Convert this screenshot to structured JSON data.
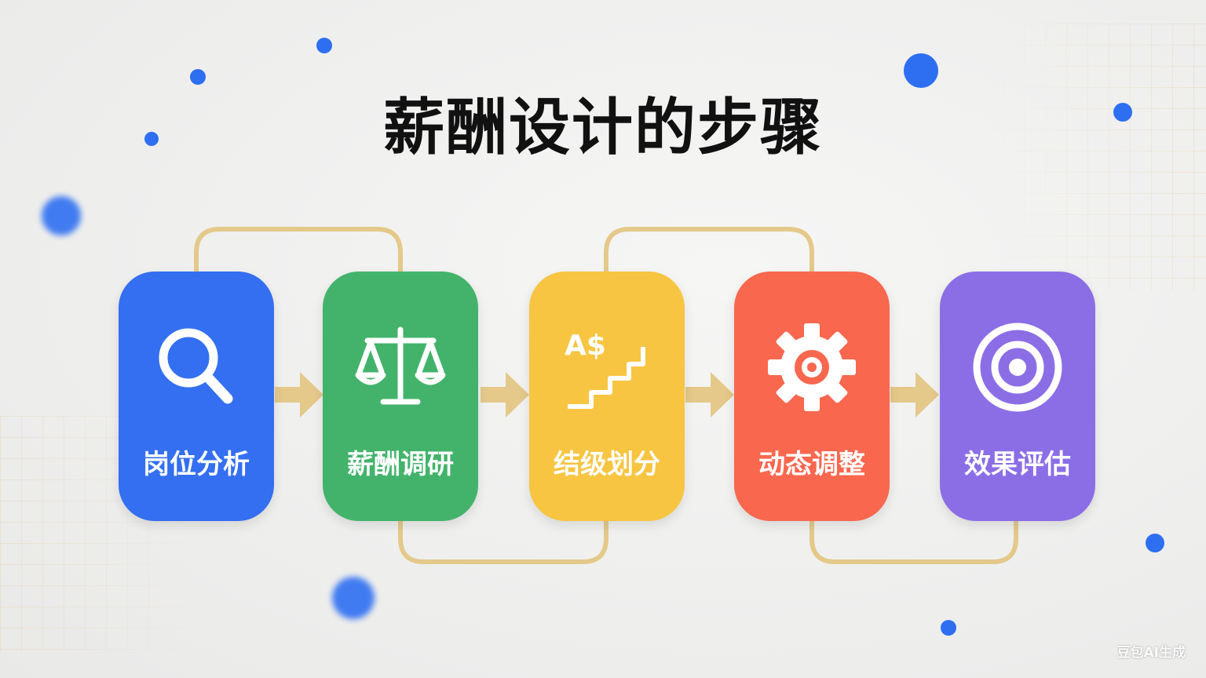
{
  "title": "薪酬设计的步骤",
  "colors": {
    "accent_dots": "#2e6ff2",
    "connector": "#e4c98a"
  },
  "steps": [
    {
      "label": "岗位分析",
      "icon": "magnifier-icon",
      "color": "#336ff0"
    },
    {
      "label": "薪酬调研",
      "icon": "balance-scale-icon",
      "color": "#43b36b"
    },
    {
      "label": "结级划分",
      "icon": "staircase-dollar-icon",
      "color": "#f7c542",
      "icon_text": "A$"
    },
    {
      "label": "动态调整",
      "icon": "gear-icon",
      "color": "#f8674e"
    },
    {
      "label": "效果评估",
      "icon": "target-icon",
      "color": "#8b6ee6"
    }
  ],
  "watermark": "豆包AI生成"
}
